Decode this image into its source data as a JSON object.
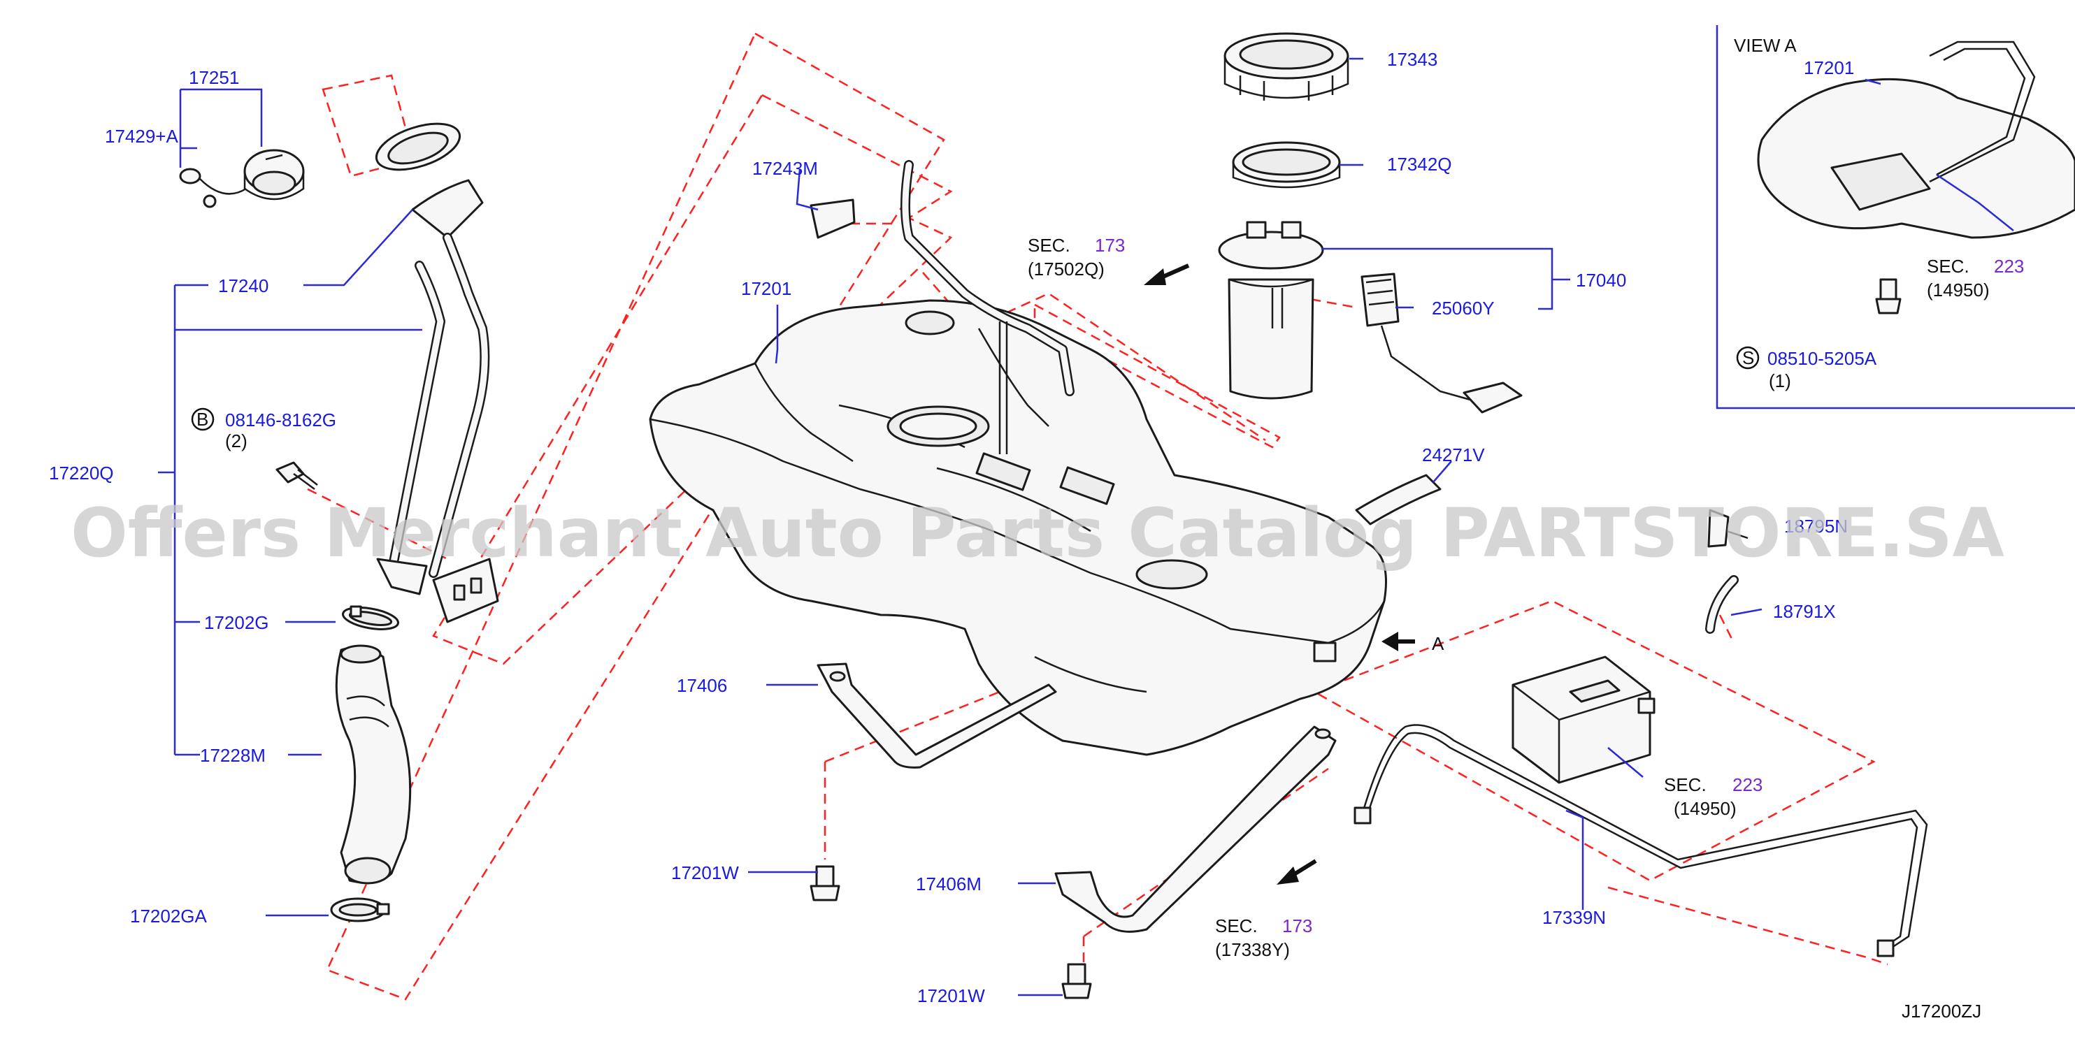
{
  "diagram_code": "J17200ZJ",
  "watermark": "Offers Merchant Auto Parts Catalog PARTSTORE.SA",
  "view": {
    "title": "VIEW   A",
    "part": "17201",
    "sec_label": "SEC.",
    "sec_num": "223",
    "sec_ref": "(14950)",
    "bolt_code": "08510-5205A",
    "bolt_qty": "(1)",
    "bolt_prefix": "S"
  },
  "parts": {
    "p17251": "17251",
    "p17429": "17429+A",
    "p17240": "17240",
    "p08146": "08146-8162G",
    "p08146_qty": "(2)",
    "p08146_prefix": "B",
    "p17220Q": "17220Q",
    "p17202G": "17202G",
    "p17228M": "17228M",
    "p17202GA": "17202GA",
    "p17243M": "17243M",
    "p17201": "17201",
    "p17406": "17406",
    "p17201W_a": "17201W",
    "p17406M": "17406M",
    "p17201W_b": "17201W",
    "p17343": "17343",
    "p17342Q": "17342Q",
    "p17040": "17040",
    "p25060Y": "25060Y",
    "p24271V": "24271V",
    "p18795N": "18795N",
    "p18791X": "18791X",
    "p17339N": "17339N",
    "arrow_a": "A"
  },
  "sections": {
    "s1_label": "SEC.",
    "s1_num": "173",
    "s1_ref": "(17502Q)",
    "s2_label": "SEC.",
    "s2_num": "223",
    "s2_ref": "(14950)",
    "s3_label": "SEC.",
    "s3_num": "173",
    "s3_ref": "(17338Y)"
  },
  "colors": {
    "label_blue": "#1a1adc",
    "section_purple": "#7a28c8",
    "dash_red": "#ff2020",
    "line_black": "#1b1b1b"
  }
}
